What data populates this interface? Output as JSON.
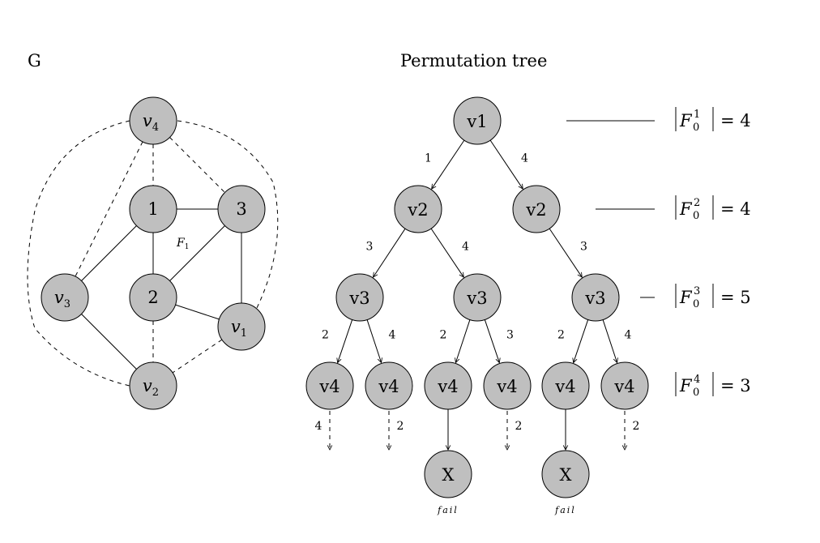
{
  "graph": {
    "title": "G",
    "face_label": "F",
    "face_sub": "1",
    "nodes": [
      {
        "id": "v4",
        "base": "v",
        "sub": "4",
        "italic": true
      },
      {
        "id": "1",
        "base": "1",
        "sub": "",
        "italic": false
      },
      {
        "id": "3",
        "base": "3",
        "sub": "",
        "italic": false
      },
      {
        "id": "v3",
        "base": "v",
        "sub": "3",
        "italic": true
      },
      {
        "id": "2",
        "base": "2",
        "sub": "",
        "italic": false
      },
      {
        "id": "v1",
        "base": "v",
        "sub": "1",
        "italic": true
      },
      {
        "id": "v2",
        "base": "v",
        "sub": "2",
        "italic": true
      }
    ],
    "edges": [
      {
        "from": "1",
        "to": "3",
        "style": "solid"
      },
      {
        "from": "1",
        "to": "2",
        "style": "solid"
      },
      {
        "from": "1",
        "to": "v3",
        "style": "solid"
      },
      {
        "from": "3",
        "to": "2",
        "style": "solid"
      },
      {
        "from": "3",
        "to": "v1",
        "style": "solid"
      },
      {
        "from": "2",
        "to": "v1",
        "style": "solid"
      },
      {
        "from": "v3",
        "to": "v2",
        "style": "solid"
      },
      {
        "from": "v4",
        "to": "1",
        "style": "dashed"
      },
      {
        "from": "v4",
        "to": "3",
        "style": "dashed"
      },
      {
        "from": "v4",
        "to": "v3",
        "style": "dashed"
      },
      {
        "from": "2",
        "to": "v2",
        "style": "dashed"
      },
      {
        "from": "v1",
        "to": "v2",
        "style": "dashed"
      }
    ]
  },
  "tree": {
    "title": "Permutation tree",
    "nodes": [
      {
        "id": "r",
        "label": "v1"
      },
      {
        "id": "a",
        "label": "v2"
      },
      {
        "id": "b",
        "label": "v2"
      },
      {
        "id": "c",
        "label": "v3"
      },
      {
        "id": "d",
        "label": "v3"
      },
      {
        "id": "e",
        "label": "v3"
      },
      {
        "id": "f",
        "label": "v4"
      },
      {
        "id": "g",
        "label": "v4"
      },
      {
        "id": "h",
        "label": "v4"
      },
      {
        "id": "i",
        "label": "v4"
      },
      {
        "id": "j",
        "label": "v4"
      },
      {
        "id": "k",
        "label": "v4"
      },
      {
        "id": "x1",
        "label": "X"
      },
      {
        "id": "x2",
        "label": "X"
      }
    ],
    "edges": [
      {
        "from": "r",
        "to": "a",
        "label": "1"
      },
      {
        "from": "r",
        "to": "b",
        "label": "4"
      },
      {
        "from": "a",
        "to": "c",
        "label": "3"
      },
      {
        "from": "a",
        "to": "d",
        "label": "4"
      },
      {
        "from": "b",
        "to": "e",
        "label": "3"
      },
      {
        "from": "c",
        "to": "f",
        "label": "2"
      },
      {
        "from": "c",
        "to": "g",
        "label": "4"
      },
      {
        "from": "d",
        "to": "h",
        "label": "2"
      },
      {
        "from": "d",
        "to": "i",
        "label": "3"
      },
      {
        "from": "e",
        "to": "j",
        "label": "2"
      },
      {
        "from": "e",
        "to": "k",
        "label": "4"
      },
      {
        "from": "h",
        "to": "x1",
        "label": ""
      },
      {
        "from": "j",
        "to": "x2",
        "label": ""
      }
    ],
    "stubs": [
      {
        "from": "f",
        "label": "4"
      },
      {
        "from": "g",
        "label": "2"
      },
      {
        "from": "i",
        "label": "2"
      },
      {
        "from": "k",
        "label": "2"
      }
    ],
    "fail_label": "fail"
  },
  "levels": [
    {
      "sup": "1",
      "value": "4"
    },
    {
      "sup": "2",
      "value": "4"
    },
    {
      "sup": "3",
      "value": "5"
    },
    {
      "sup": "4",
      "value": "3"
    }
  ]
}
